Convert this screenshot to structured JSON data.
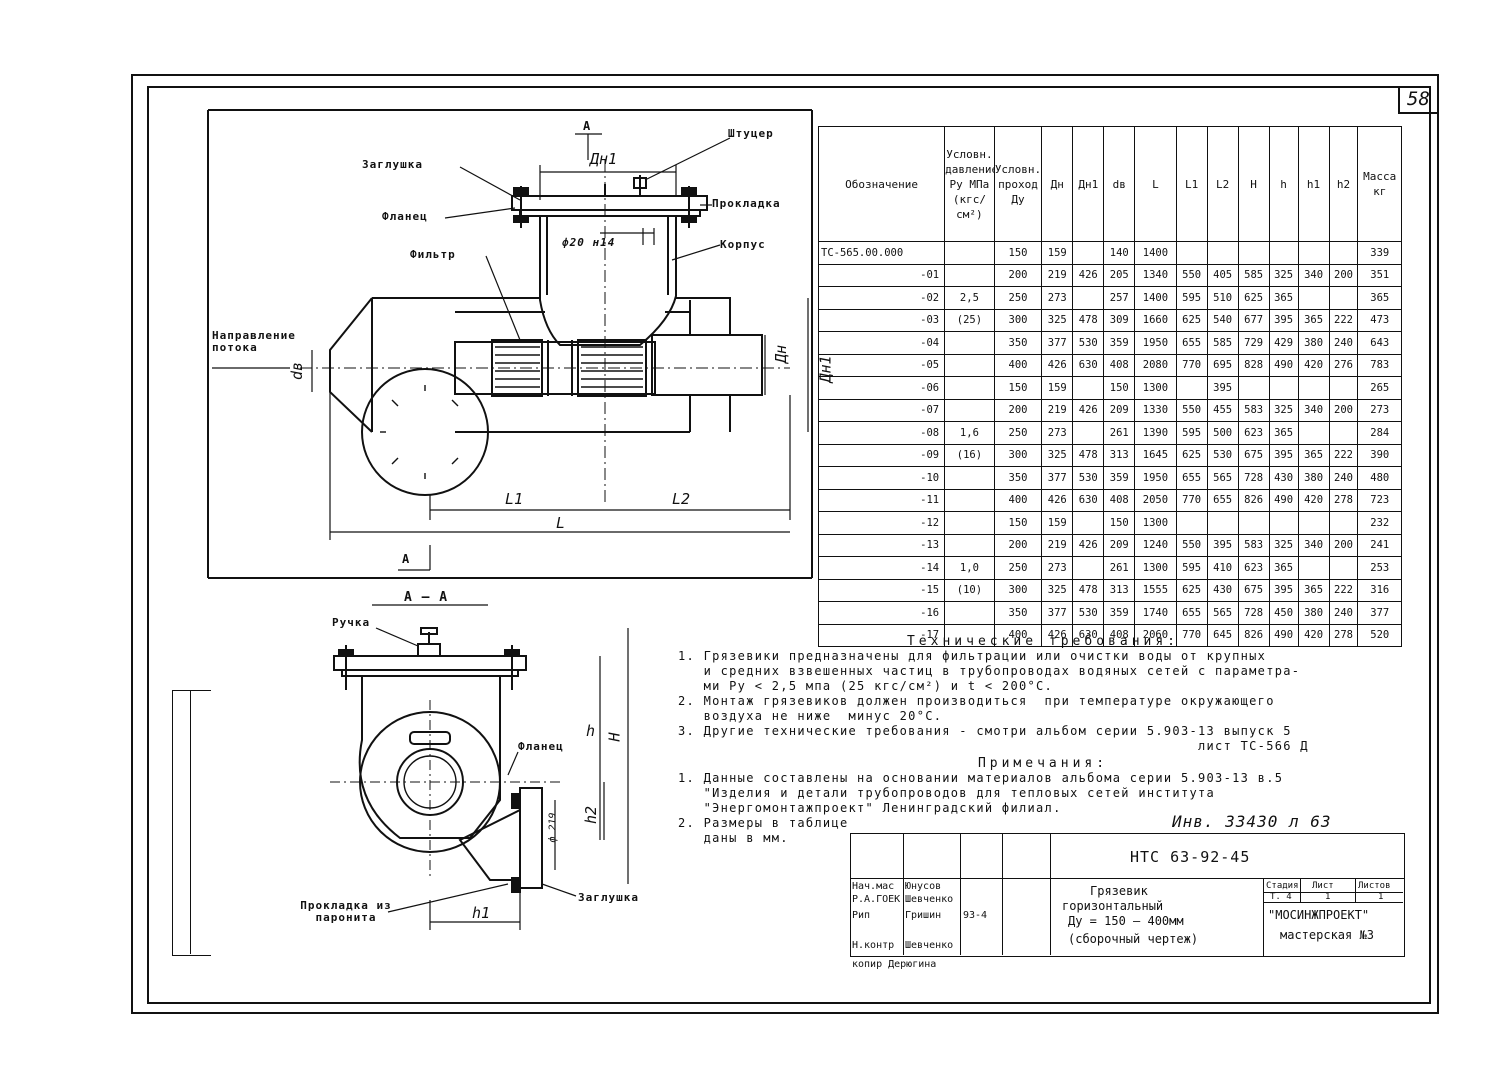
{
  "sheet_number": "58",
  "drawing_labels": {
    "plug": "Заглушка",
    "flange": "Фланец",
    "filter": "Фильтр",
    "fitting": "Штуцер",
    "gasket": "Прокладка",
    "box": "Корпус",
    "flow_direction": "Направление потока",
    "hole_note": "ф20 н14",
    "section": "A — A",
    "section_mark": "А",
    "handle": "Ручка",
    "flange2": "Фланец",
    "gasket_paronite": "Прокладка из паронита",
    "plug2": "Заглушка"
  },
  "dims": {
    "dn1": "Дн1",
    "dn": "Дн",
    "dn1_side": "Дн1",
    "db": "dв",
    "l1": "L1",
    "l2": "L2",
    "l": "L",
    "h": "h",
    "H": "H",
    "h2": "h2",
    "h1": "h1",
    "phi": "ф 219"
  },
  "table": {
    "headers": [
      "Обозначение",
      "Условн. давление Ру МПа (кгс/см²)",
      "Условн. проход Ду",
      "Дн",
      "Дн1",
      "dв",
      "L",
      "L1",
      "L2",
      "H",
      "h",
      "h1",
      "h2",
      "Масса кг"
    ],
    "rows": [
      [
        "ТС-565.00.000",
        "",
        "150",
        "159",
        "",
        "140",
        "1400",
        "",
        "",
        "",
        "",
        "",
        "",
        "339"
      ],
      [
        "-01",
        "",
        "200",
        "219",
        "426",
        "205",
        "1340",
        "550",
        "405",
        "585",
        "325",
        "340",
        "200",
        "351"
      ],
      [
        "-02",
        "2,5",
        "250",
        "273",
        "",
        "257",
        "1400",
        "595",
        "510",
        "625",
        "365",
        "",
        "",
        "365"
      ],
      [
        "-03",
        "(25)",
        "300",
        "325",
        "478",
        "309",
        "1660",
        "625",
        "540",
        "677",
        "395",
        "365",
        "222",
        "473"
      ],
      [
        "-04",
        "",
        "350",
        "377",
        "530",
        "359",
        "1950",
        "655",
        "585",
        "729",
        "429",
        "380",
        "240",
        "643"
      ],
      [
        "-05",
        "",
        "400",
        "426",
        "630",
        "408",
        "2080",
        "770",
        "695",
        "828",
        "490",
        "420",
        "276",
        "783"
      ],
      [
        "-06",
        "",
        "150",
        "159",
        "",
        "150",
        "1300",
        "",
        "395",
        "",
        "",
        "",
        "",
        "265"
      ],
      [
        "-07",
        "",
        "200",
        "219",
        "426",
        "209",
        "1330",
        "550",
        "455",
        "583",
        "325",
        "340",
        "200",
        "273"
      ],
      [
        "-08",
        "1,6",
        "250",
        "273",
        "",
        "261",
        "1390",
        "595",
        "500",
        "623",
        "365",
        "",
        "",
        "284"
      ],
      [
        "-09",
        "(16)",
        "300",
        "325",
        "478",
        "313",
        "1645",
        "625",
        "530",
        "675",
        "395",
        "365",
        "222",
        "390"
      ],
      [
        "-10",
        "",
        "350",
        "377",
        "530",
        "359",
        "1950",
        "655",
        "565",
        "728",
        "430",
        "380",
        "240",
        "480"
      ],
      [
        "-11",
        "",
        "400",
        "426",
        "630",
        "408",
        "2050",
        "770",
        "655",
        "826",
        "490",
        "420",
        "278",
        "723"
      ],
      [
        "-12",
        "",
        "150",
        "159",
        "",
        "150",
        "1300",
        "",
        "",
        "",
        "",
        "",
        "",
        "232"
      ],
      [
        "-13",
        "",
        "200",
        "219",
        "426",
        "209",
        "1240",
        "550",
        "395",
        "583",
        "325",
        "340",
        "200",
        "241"
      ],
      [
        "-14",
        "1,0",
        "250",
        "273",
        "",
        "261",
        "1300",
        "595",
        "410",
        "623",
        "365",
        "",
        "",
        "253"
      ],
      [
        "-15",
        "(10)",
        "300",
        "325",
        "478",
        "313",
        "1555",
        "625",
        "430",
        "675",
        "395",
        "365",
        "222",
        "316"
      ],
      [
        "-16",
        "",
        "350",
        "377",
        "530",
        "359",
        "1740",
        "655",
        "565",
        "728",
        "450",
        "380",
        "240",
        "377"
      ],
      [
        "-17",
        "",
        "400",
        "426",
        "630",
        "408",
        "2060",
        "770",
        "645",
        "826",
        "490",
        "420",
        "278",
        "520"
      ]
    ]
  },
  "requirements": {
    "title": "Технические требования:",
    "items": [
      "1. Грязевики предназначены для фильтрации или очистки воды от крупных",
      "   и средних взвешенных частиц в трубопроводах водяных сетей с параметра-",
      "   ми Ру < 2,5 мпа (25 кгс/см²) и t < 200°С.",
      "2. Монтаж грязевиков должен производиться  при температуре окружающего",
      "   воздуха не ниже  минус 20°С.",
      "3. Другие технические требования - смотри альбом серии 5.903-13 выпуск 5",
      "                                                             лист ТС-566 Д"
    ],
    "notes_title": "Примечания:",
    "notes": [
      "1. Данные составлены на основании материалов альбома серии 5.903-13 в.5",
      "   \"Изделия и детали трубопроводов для тепловых сетей института",
      "   \"Энергомонтажпроект\" Ленинградский филиал.",
      "2. Размеры в таблице",
      "   даны в мм."
    ],
    "inventory": "Инв. 33430 л 63"
  },
  "title_block": {
    "code": "НТС 63-92-45",
    "name_lines": [
      "Грязевик",
      "горизонтальный",
      "Ду = 150 — 400мм",
      "(сборочный  чертеж)"
    ],
    "stage_h": "Стадия",
    "sheet_h": "Лист",
    "sheets_h": "Листов",
    "stage": "Т. 4",
    "sheet": "1",
    "sheets": "1",
    "org": "\"МОСИНЖПРОЕКТ\"",
    "workshop": "мастерская №3",
    "people": [
      {
        "role": "Нач.мас",
        "name": "Юнусов",
        "date": ""
      },
      {
        "role": "Р.А.ГОЕК",
        "name": "Шевченко",
        "date": ""
      },
      {
        "role": "Рип",
        "name": "Гришин",
        "date": "93-4"
      },
      {
        "role": "Н.контр",
        "name": "Шевченко",
        "date": ""
      }
    ],
    "copy": "копир  Дерюгина"
  }
}
